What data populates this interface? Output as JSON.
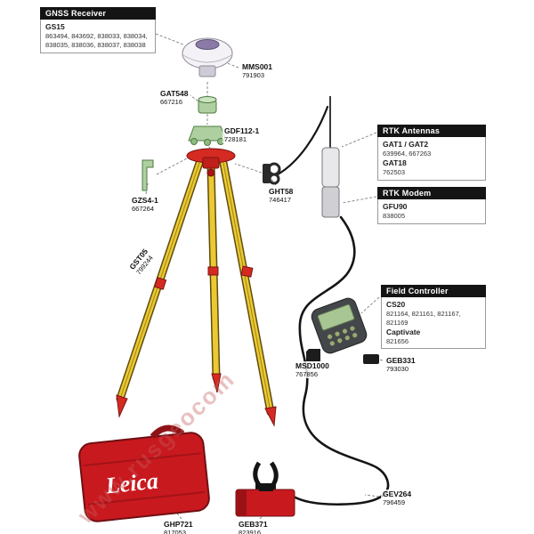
{
  "watermark": {
    "text": "www.rusgeocom"
  },
  "brand": {
    "logo": "Leica"
  },
  "callouts": {
    "gnss_receiver": {
      "header": "GNSS Receiver",
      "model": "GS15",
      "parts": "863494, 843692, 838033, 838034, 838035, 838036, 838037, 838038"
    },
    "rtk_antennas": {
      "header": "RTK Antennas",
      "model_1": "GAT1 / GAT2",
      "parts_1": "639964, 667263",
      "model_2": "GAT18",
      "parts_2": "762503"
    },
    "rtk_modem": {
      "header": "RTK Modem",
      "model": "GFU90",
      "parts": "838005"
    },
    "field_controller": {
      "header": "Field Controller",
      "model": "CS20",
      "parts": "821164, 821161, 821167, 821169",
      "model_2": "Captivate",
      "parts_2": "821656"
    }
  },
  "part_labels": {
    "antenna_cap": {
      "name": "MMS001",
      "part": "791903"
    },
    "carrier": {
      "name": "GAT548",
      "part": "667216"
    },
    "tribrach": {
      "name": "GDF112-1",
      "part": "728181"
    },
    "height_hook": {
      "name": "GZS4-1",
      "part": "667264"
    },
    "pole_clamp": {
      "name": "GHT58",
      "part": "746417"
    },
    "tripod": {
      "name": "GST05",
      "part": "799244"
    },
    "memory_card": {
      "name": "MSD1000",
      "part": "767856"
    },
    "battery": {
      "name": "GEB331",
      "part": "793030"
    },
    "transport_case": {
      "name": "GHP721",
      "part": "817053"
    },
    "external_battery": {
      "name": "GEB371",
      "part": "823916"
    },
    "cable": {
      "name": "GEV264",
      "part": "796459"
    }
  },
  "colors": {
    "leica_red": "#c8191f",
    "tripod_yellow": "#ecc832",
    "accessory_green": "#aed0a0",
    "cable_black": "#151515"
  }
}
